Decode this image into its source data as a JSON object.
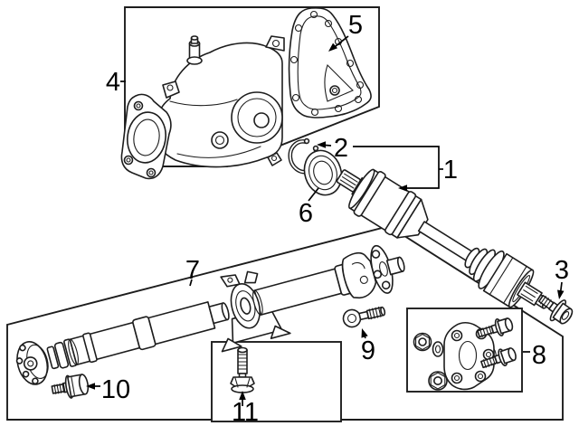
{
  "diagram": {
    "background_color": "#ffffff",
    "line_color": "#1d1d1d",
    "label_color": "#000000",
    "callouts": [
      {
        "id": "1"
      },
      {
        "id": "2"
      },
      {
        "id": "3"
      },
      {
        "id": "4"
      },
      {
        "id": "5"
      },
      {
        "id": "6"
      },
      {
        "id": "7"
      },
      {
        "id": "8"
      },
      {
        "id": "9"
      },
      {
        "id": "10"
      },
      {
        "id": "11"
      }
    ]
  }
}
